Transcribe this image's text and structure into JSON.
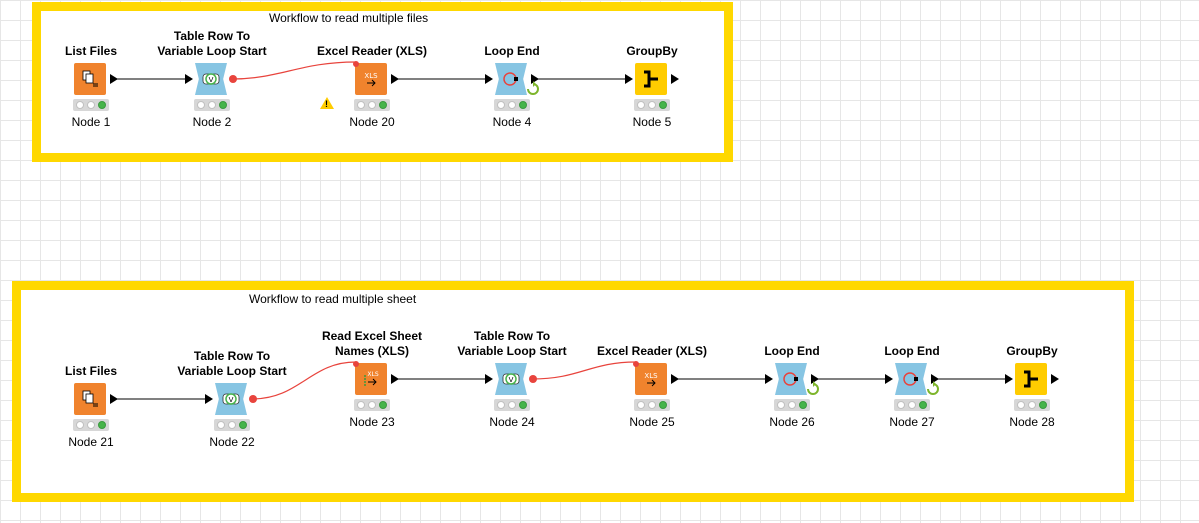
{
  "annotations": [
    {
      "text": "Workflow to read multiple files"
    },
    {
      "text": "Workflow to read multiple sheet"
    }
  ],
  "workflow1": {
    "nodes": [
      {
        "title": "List Files",
        "label": "Node 1",
        "kind": "source",
        "icon": "list-files-icon"
      },
      {
        "title": "Table Row To Variable Loop Start",
        "label": "Node 2",
        "kind": "loop-start",
        "icon": "loop-start-icon"
      },
      {
        "title": "Excel Reader (XLS)",
        "label": "Node 20",
        "kind": "source",
        "icon": "excel-reader-icon",
        "warning": true
      },
      {
        "title": "Loop End",
        "label": "Node 4",
        "kind": "loop-end",
        "icon": "loop-end-icon"
      },
      {
        "title": "GroupBy",
        "label": "Node 5",
        "kind": "manipulator",
        "icon": "groupby-icon"
      }
    ]
  },
  "workflow2": {
    "nodes": [
      {
        "title": "List Files",
        "label": "Node 21",
        "kind": "source",
        "icon": "list-files-icon"
      },
      {
        "title": "Table Row To Variable Loop Start",
        "label": "Node 22",
        "kind": "loop-start",
        "icon": "loop-start-icon"
      },
      {
        "title": "Read Excel Sheet Names (XLS)",
        "label": "Node 23",
        "kind": "source",
        "icon": "excel-sheet-names-icon"
      },
      {
        "title": "Table Row To Variable Loop Start",
        "label": "Node 24",
        "kind": "loop-start",
        "icon": "loop-start-icon"
      },
      {
        "title": "Excel Reader (XLS)",
        "label": "Node 25",
        "kind": "source",
        "icon": "excel-reader-icon"
      },
      {
        "title": "Loop End",
        "label": "Node 26",
        "kind": "loop-end",
        "icon": "loop-end-icon"
      },
      {
        "title": "Loop End",
        "label": "Node 27",
        "kind": "loop-end",
        "icon": "loop-end-icon"
      },
      {
        "title": "GroupBy",
        "label": "Node 28",
        "kind": "manipulator",
        "icon": "groupby-icon"
      }
    ]
  },
  "icon_text": {
    "xls": "XLS"
  },
  "colors": {
    "annotation_border": "#ffd800",
    "source_node": "#f0832d",
    "loop_node": "#87c5e3",
    "manipulator_node": "#ffcc00",
    "variable_connection": "#e8443d",
    "status_green": "#47b44a"
  }
}
